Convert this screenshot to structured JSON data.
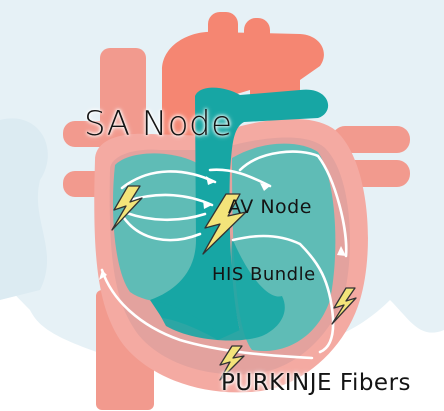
{
  "labels": {
    "sa_node": "SA Node",
    "av_node": "AV Node",
    "his_bundle": "HIS Bundle",
    "purkinje_fibers": "PURKINJE Fibers"
  },
  "colors": {
    "background_map": "#e6f1f6",
    "vessel_salmon": "#f29a8e",
    "aorta_coral": "#f58672",
    "heart_muscle": "#f4aaa2",
    "inner_wall": "#d69a9a",
    "chamber_teal": "#5fbcb6",
    "septum_teal": "#17a6a4",
    "conduction_path": "#ffffff",
    "lightning": "#f3e47a"
  },
  "icons": [
    "lightning-bolt-icon"
  ]
}
